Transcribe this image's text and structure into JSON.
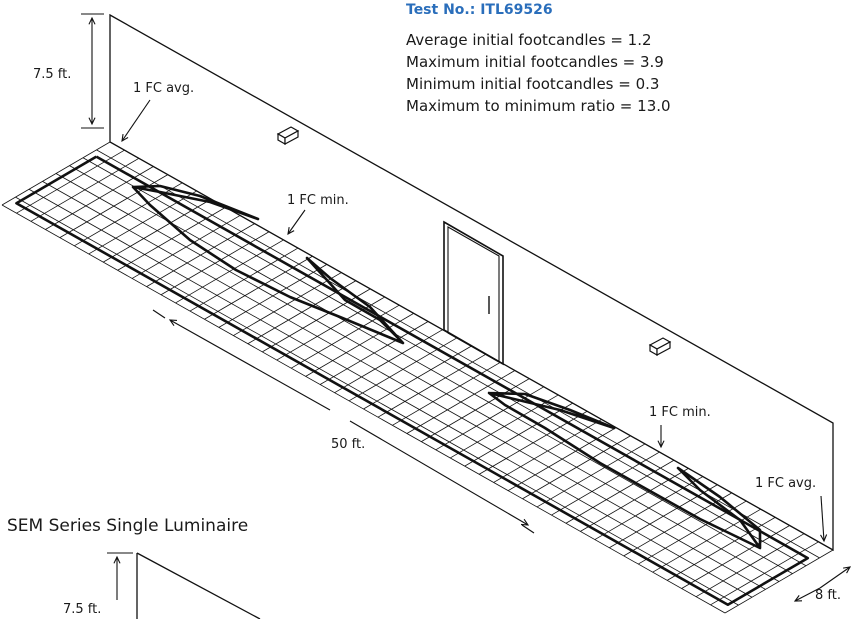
{
  "test_number": "Test No.: ITL69526",
  "stats": [
    "Average initial footcandles = 1.2",
    "Maximum initial footcandles = 3.9",
    "Minimum initial footcandles = 0.3",
    "Maximum to minimum ratio = 13.0"
  ],
  "dimensions": {
    "height_top": "7.5 ft.",
    "length": "50 ft.",
    "width": "8 ft.",
    "height_bottom": "7.5 ft."
  },
  "annotations": {
    "fc_avg_left": "1 FC avg.",
    "fc_min_upper": "1 FC min.",
    "fc_min_lower": "1 FC min.",
    "fc_avg_right": "1 FC avg."
  },
  "section_title": "SEM Series Single Luminaire"
}
